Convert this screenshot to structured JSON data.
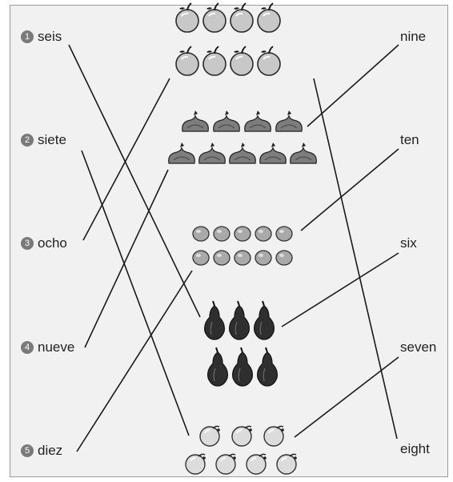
{
  "spanish": [
    {
      "num": "1",
      "word": "seis"
    },
    {
      "num": "2",
      "word": "siete"
    },
    {
      "num": "3",
      "word": "ocho"
    },
    {
      "num": "4",
      "word": "nueve"
    },
    {
      "num": "5",
      "word": "diez"
    }
  ],
  "english": [
    "nine",
    "ten",
    "six",
    "seven",
    "eight"
  ],
  "pictures": [
    {
      "name": "apples",
      "count": 8,
      "icon": "apple-icon"
    },
    {
      "name": "onions",
      "count": 9,
      "icon": "onion-icon"
    },
    {
      "name": "grapes",
      "count": 10,
      "icon": "grape-icon"
    },
    {
      "name": "pears",
      "count": 6,
      "icon": "pear-icon"
    },
    {
      "name": "plums",
      "count": 7,
      "icon": "plum-icon"
    }
  ],
  "colors": {
    "line": "#1a1a1a",
    "sheet": "#f1f1f1",
    "fruit_light": "#c9c9c9",
    "fruit_dark": "#3a3a3a"
  }
}
